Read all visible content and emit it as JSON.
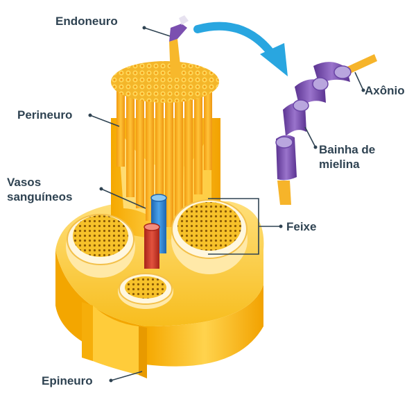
{
  "labels": {
    "endoneuro": "Endoneuro",
    "perineuro": "Perineuro",
    "vasos": "Vasos\nsanguíneos",
    "epineuro": "Epineuro",
    "axonio": "Axônio",
    "bainha": "Bainha de\nmielina",
    "feixe": "Feixe"
  },
  "colors": {
    "epineurium": "#f5b400",
    "epineurium_light": "#ffd24a",
    "fascicle_face": "#fff3cf",
    "fibers": "#f2a81d",
    "artery": "#d23a2a",
    "vein": "#2e86d6",
    "myelin": "#7b4fb0",
    "arrow": "#29a6e0",
    "label_text": "#2f4352"
  }
}
